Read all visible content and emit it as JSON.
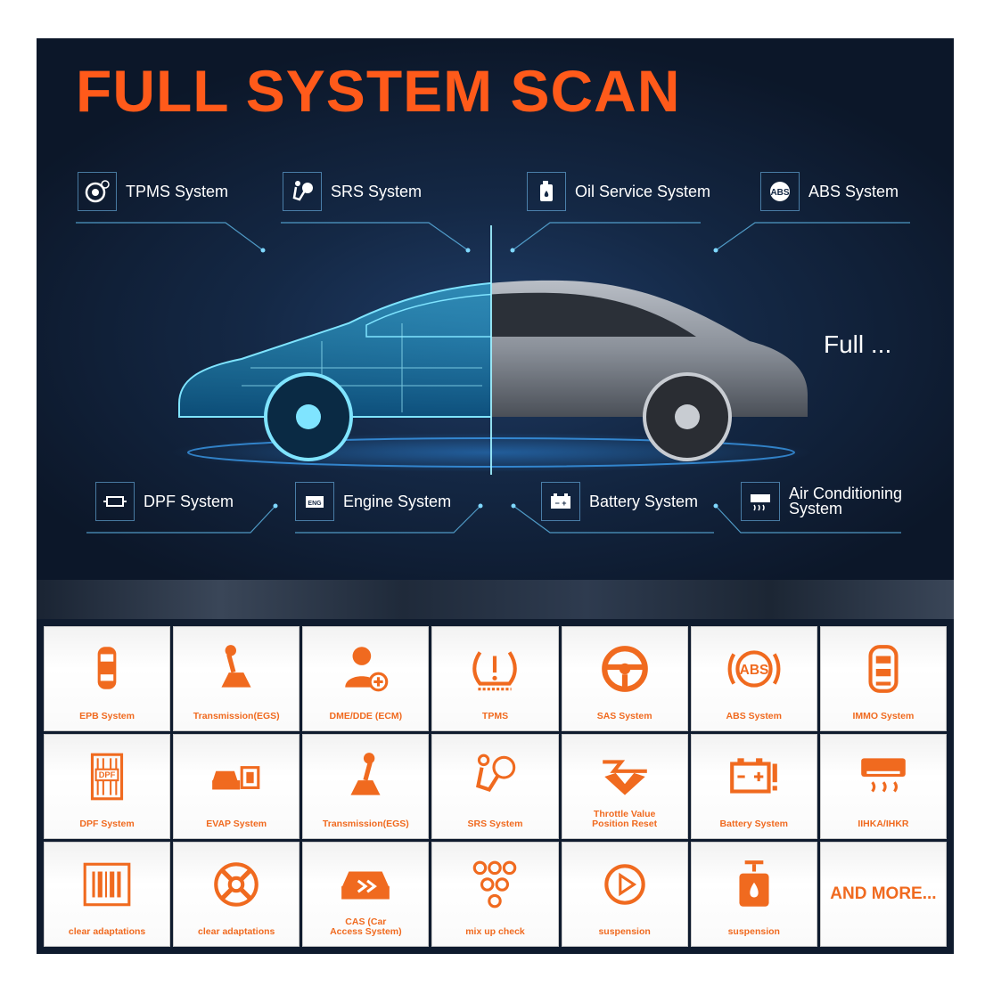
{
  "banner": {
    "title": "FULL SYSTEM SCAN",
    "more_text": "Full ...",
    "top_systems": [
      {
        "label": "TPMS System",
        "icon": "tire-icon"
      },
      {
        "label": "SRS System",
        "icon": "airbag-icon"
      },
      {
        "label": "Oil Service System",
        "icon": "oil-can-icon"
      },
      {
        "label": "ABS System",
        "icon": "abs-icon"
      }
    ],
    "bottom_systems": [
      {
        "label": "DPF System",
        "icon": "dpf-filter-icon"
      },
      {
        "label": "Engine System",
        "icon": "engine-icon"
      },
      {
        "label": "Battery System",
        "icon": "battery-icon"
      },
      {
        "label_line1": "Air Conditioning",
        "label_line2": "System",
        "icon": "air-conditioner-icon"
      }
    ]
  },
  "colors": {
    "title_orange": "#ff5a1a",
    "tile_orange": "#f06a1f",
    "panel_dark": "#0f1b2e",
    "accent_cyan": "#3fd0ff"
  },
  "tiles": [
    {
      "label": "EPB System",
      "icon": "car-top-icon"
    },
    {
      "label": "Transmission(EGS)",
      "icon": "gear-shift-icon"
    },
    {
      "label": "DME/DDE (ECM)",
      "icon": "user-add-icon"
    },
    {
      "label": "TPMS",
      "icon": "tpms-warning-icon"
    },
    {
      "label": "SAS System",
      "icon": "steering-wheel-icon"
    },
    {
      "label": "ABS System",
      "icon": "abs-icon"
    },
    {
      "label": "IMMO System",
      "icon": "key-fob-icon"
    },
    {
      "label": "DPF System",
      "icon": "dpf-filter-icon"
    },
    {
      "label": "EVAP System",
      "icon": "car-chip-icon"
    },
    {
      "label": "Transmission(EGS)",
      "icon": "gear-shift-icon"
    },
    {
      "label": "SRS System",
      "icon": "airbag-icon"
    },
    {
      "label1": "Throttle Value",
      "label2": "Position Reset",
      "icon": "throttle-icon"
    },
    {
      "label": "Battery System",
      "icon": "battery-icon"
    },
    {
      "label": "IIHKA/IHKR",
      "icon": "air-conditioner-icon"
    },
    {
      "label": "clear adaptations",
      "icon": "barcode-icon"
    },
    {
      "label": "clear adaptations",
      "icon": "crosshair-icon"
    },
    {
      "label1": "CAS (Car",
      "label2": "Access System)",
      "icon": "car-access-icon"
    },
    {
      "label": "mix up check",
      "icon": "network-icon"
    },
    {
      "label": "suspension",
      "icon": "play-circle-icon"
    },
    {
      "label": "suspension",
      "icon": "fluid-icon"
    },
    {
      "label": "AND MORE...",
      "icon": ""
    }
  ]
}
